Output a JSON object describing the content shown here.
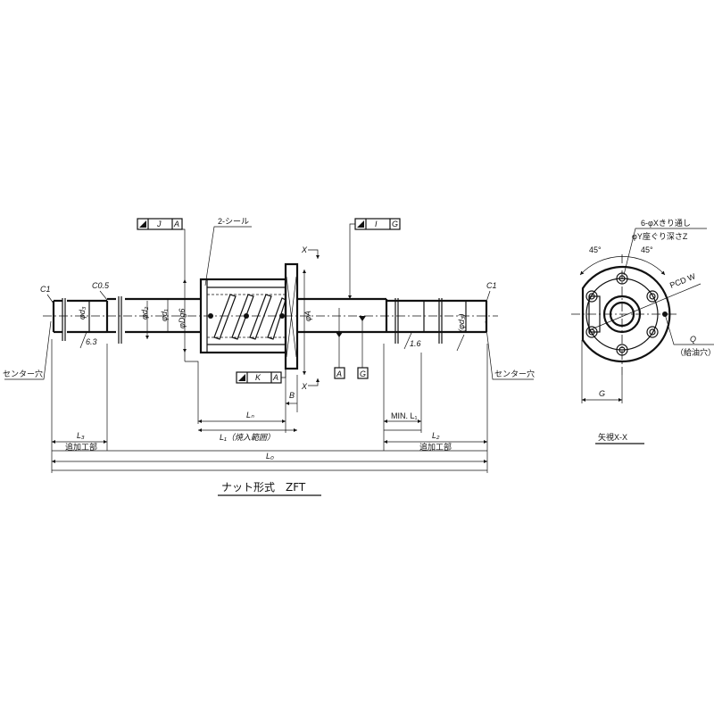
{
  "drawing": {
    "title": "ナット形式　ZFT",
    "view_title": "矢視X-X",
    "colors": {
      "line": "#111111",
      "background": "#ffffff"
    },
    "front_view": {
      "chamfer_left": "C1",
      "chamfer_right": "C1",
      "chamfer_small": "C0.5",
      "roughness_left": "6.3",
      "roughness_right": "1.6",
      "center_hole_left": "センター穴",
      "center_hole_right": "センター穴",
      "seal": "2-シール",
      "dia_d3": "φd₃",
      "dia_d2": "φd₂",
      "dia_d1": "φd₁",
      "dia_D": "φDg6",
      "dia_A": "φA",
      "dia_d3_ref": "(φd₃)",
      "section_mark": "X",
      "frame_J": {
        "tol": "J",
        "datum": "A"
      },
      "frame_K": {
        "tol": "K",
        "datum": "A"
      },
      "frame_I": {
        "tol": "I",
        "datum": "G"
      },
      "datum_A": "A",
      "datum_G": "G",
      "dim_B": "B",
      "dim_Ln": "Lₙ",
      "dim_L1": "L₁（焼入範囲）",
      "dim_min_L1": "MIN. L₁",
      "dim_L3": "L₃",
      "dim_L3_note": "追加工部",
      "dim_L2": "L₂",
      "dim_L2_note": "追加工部",
      "dim_L0": "L₀"
    },
    "side_view": {
      "holes_line1": "6-φXきり通し",
      "holes_line2": "φY座ぐり深さZ",
      "angle_left": "45°",
      "angle_right": "45°",
      "pcd": "PCD W",
      "oil_hole": "Q",
      "oil_hole_note": "（給油穴）",
      "dim_G": "G"
    }
  }
}
